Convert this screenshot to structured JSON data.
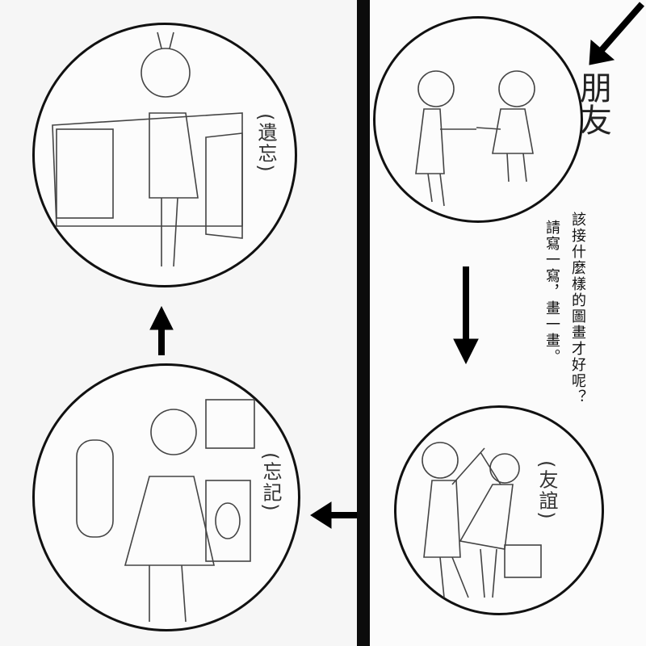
{
  "friend_label": "朋友",
  "question": "該接什麼樣的圖畫才好呢？",
  "instruction": "請寫一寫，畫一畫。",
  "panels": {
    "top_left_label": "(遺忘)",
    "bottom_left_label": "(忘記)",
    "bottom_right_label": "(友誼)"
  }
}
